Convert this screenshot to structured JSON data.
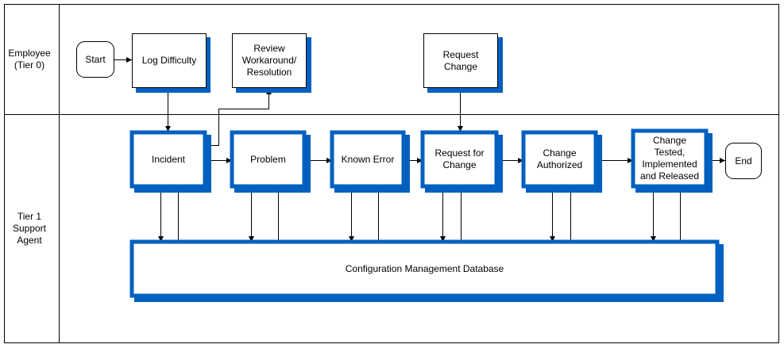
{
  "lanes": [
    {
      "id": "employee",
      "label": "Employee\n(Tier 0)"
    },
    {
      "id": "tier1",
      "label": "Tier 1\nSupport\nAgent"
    }
  ],
  "nodes": [
    {
      "id": "start",
      "label": "Start",
      "shape": "rounded",
      "lane": "employee"
    },
    {
      "id": "log",
      "label": "Log Difficulty",
      "shape": "box",
      "lane": "employee"
    },
    {
      "id": "review",
      "label": "Review\nWorkaround/\nResolution",
      "shape": "box",
      "lane": "employee"
    },
    {
      "id": "reqchange_emp",
      "label": "Request\nChange",
      "shape": "box",
      "lane": "employee"
    },
    {
      "id": "incident",
      "label": "Incident",
      "shape": "heavy",
      "lane": "tier1"
    },
    {
      "id": "problem",
      "label": "Problem",
      "shape": "heavy",
      "lane": "tier1"
    },
    {
      "id": "knownerror",
      "label": "Known Error",
      "shape": "heavy",
      "lane": "tier1"
    },
    {
      "id": "rfc",
      "label": "Request for\nChange",
      "shape": "heavy",
      "lane": "tier1"
    },
    {
      "id": "authorized",
      "label": "Change\nAuthorized",
      "shape": "heavy",
      "lane": "tier1"
    },
    {
      "id": "tested",
      "label": "Change\nTested,\nImplemented\nand Released",
      "shape": "heavy",
      "lane": "tier1"
    },
    {
      "id": "end",
      "label": "End",
      "shape": "rounded",
      "lane": "tier1"
    },
    {
      "id": "cmdb",
      "label": "Configuration Management Database",
      "shape": "heavy",
      "lane": "tier1"
    }
  ],
  "edges": [
    {
      "from": "start",
      "to": "log"
    },
    {
      "from": "log",
      "to": "incident"
    },
    {
      "from": "incident",
      "to": "review"
    },
    {
      "from": "reqchange_emp",
      "to": "rfc"
    },
    {
      "from": "incident",
      "to": "problem"
    },
    {
      "from": "problem",
      "to": "knownerror"
    },
    {
      "from": "knownerror",
      "to": "rfc"
    },
    {
      "from": "rfc",
      "to": "authorized"
    },
    {
      "from": "authorized",
      "to": "tested"
    },
    {
      "from": "tested",
      "to": "end"
    },
    {
      "from": "incident",
      "to": "cmdb",
      "bidirectional": true
    },
    {
      "from": "problem",
      "to": "cmdb",
      "bidirectional": true
    },
    {
      "from": "knownerror",
      "to": "cmdb",
      "bidirectional": true
    },
    {
      "from": "rfc",
      "to": "cmdb",
      "bidirectional": true
    },
    {
      "from": "authorized",
      "to": "cmdb",
      "bidirectional": true
    },
    {
      "from": "tested",
      "to": "cmdb",
      "bidirectional": true
    }
  ],
  "colors": {
    "heavy_border": "#0060C0",
    "shadow": "#0060C0",
    "line": "#000000",
    "lane_border": "#000000"
  }
}
